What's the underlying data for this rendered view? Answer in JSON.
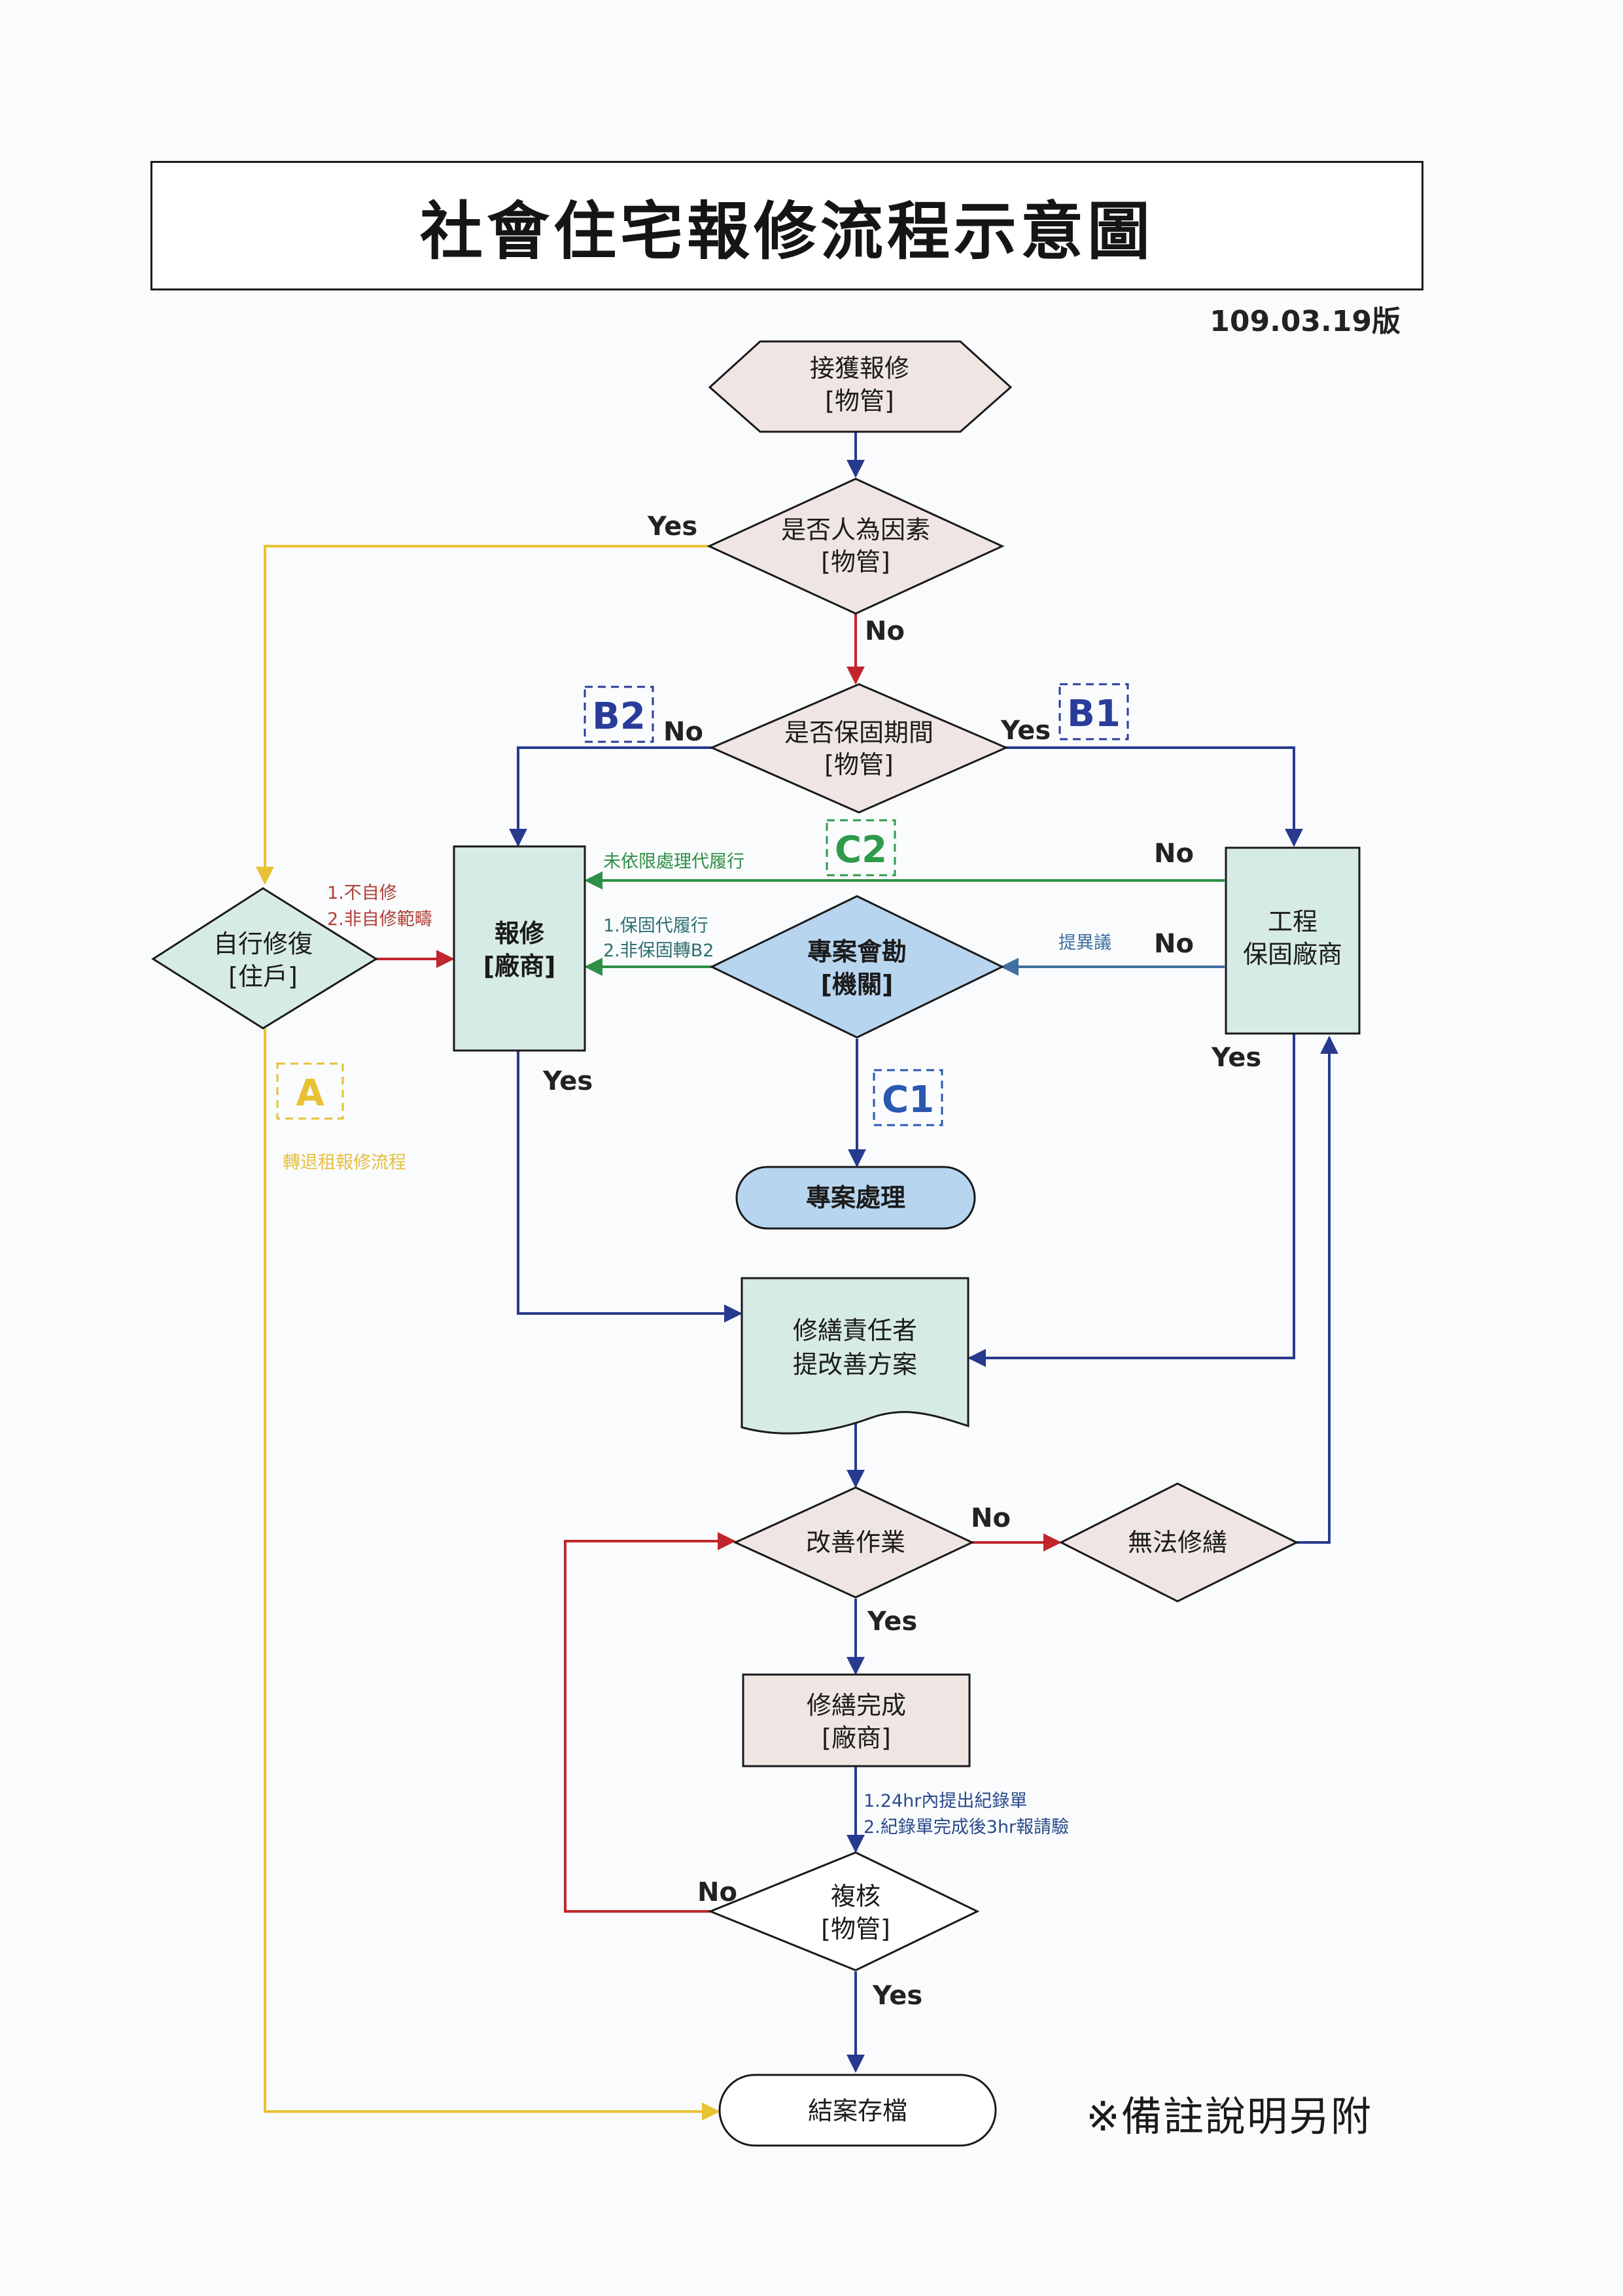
{
  "title": "社會住宅報修流程示意圖",
  "version": "109.03.19版",
  "footnote": "※備註說明另附",
  "colors": {
    "navy": "#283a8e",
    "red": "#c0262c",
    "yellow": "#e8c233",
    "green": "#2e8f45",
    "steel": "#3f6f9f",
    "node_teal": "#d7ebe6",
    "node_pink": "#efe6e3",
    "node_blue": "#b7d5ef",
    "node_white": "#ffffff",
    "tag_B": "#2a3c9a",
    "tag_C2": "#2e9a4a",
    "tag_C1": "#2a58b0",
    "tag_A": "#e8c233"
  },
  "nodes": {
    "receive": {
      "line1": "接獲報修",
      "line2": "[物管]"
    },
    "human_factor": {
      "line1": "是否人為因素",
      "line2": "[物管]"
    },
    "warranty": {
      "line1": "是否保固期間",
      "line2": "[物管]"
    },
    "self_repair": {
      "line1": "自行修復",
      "line2": "[住戶]"
    },
    "report_vendor": {
      "line1": "報修",
      "line2": "[廠商]"
    },
    "project_survey": {
      "line1": "專案會勘",
      "line2": "[機關]"
    },
    "warranty_vendor": {
      "line1": "工程",
      "line2": "保固廠商"
    },
    "project_handle": {
      "line1": "專案處理"
    },
    "improve_plan": {
      "line1": "修繕責任者",
      "line2": "提改善方案"
    },
    "improve_work": {
      "line1": "改善作業"
    },
    "cannot_repair": {
      "line1": "無法修繕"
    },
    "repair_done": {
      "line1": "修繕完成",
      "line2": "[廠商]"
    },
    "review": {
      "line1": "複核",
      "line2": "[物管]"
    },
    "close_case": {
      "line1": "結案存檔"
    }
  },
  "labels": {
    "yes_human": "Yes",
    "no_human": "No",
    "no_warranty": "No",
    "yes_warranty": "Yes",
    "no_c2": "No",
    "no_survey": "No",
    "suggest": "提異議",
    "yes_report": "Yes",
    "yes_vendor": "Yes",
    "no_improve": "No",
    "yes_improve": "Yes",
    "no_review": "No",
    "yes_review": "Yes",
    "self_note_1": "1.不自修",
    "self_note_2": "2.非自修範疇",
    "c2_note": "未依限處理代履行",
    "survey_note_1": "1.保固代履行",
    "survey_note_2": "2.非保固轉B2",
    "a_note": "轉退租報修流程",
    "done_note_1": "1.24hr內提出紀錄單",
    "done_note_2": "2.紀錄單完成後3hr報請驗"
  },
  "tags": {
    "A": "A",
    "B1": "B1",
    "B2": "B2",
    "C1": "C1",
    "C2": "C2"
  }
}
